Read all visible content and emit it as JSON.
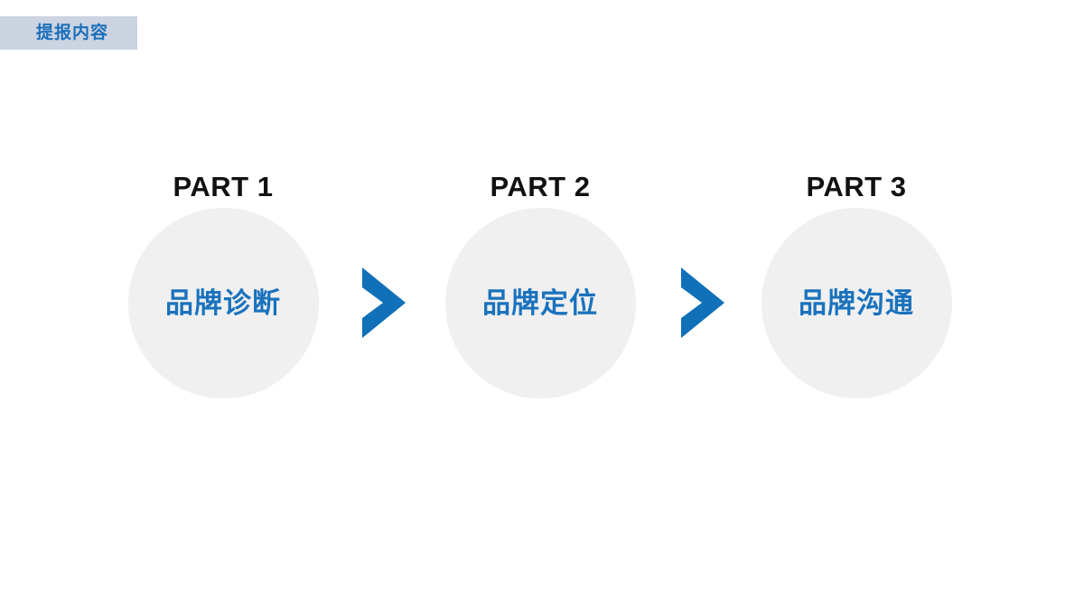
{
  "slide": {
    "background_color": "#ffffff",
    "header": {
      "label": "提报内容",
      "badge_color": "#ccd3e1",
      "text_color": "#1a6fba"
    },
    "accent_color": "#1a72bd",
    "circle_color": "#f0f0f0",
    "part_label_color": "#111111",
    "steps": [
      {
        "part": "PART 1",
        "title": "品牌诊断"
      },
      {
        "part": "PART 2",
        "title": "品牌定位"
      },
      {
        "part": "PART 3",
        "title": "品牌沟通"
      }
    ],
    "connectors": [
      {
        "icon": "chevron-right-icon",
        "color": "#1070b8"
      },
      {
        "icon": "chevron-right-icon",
        "color": "#1070b8"
      }
    ]
  }
}
